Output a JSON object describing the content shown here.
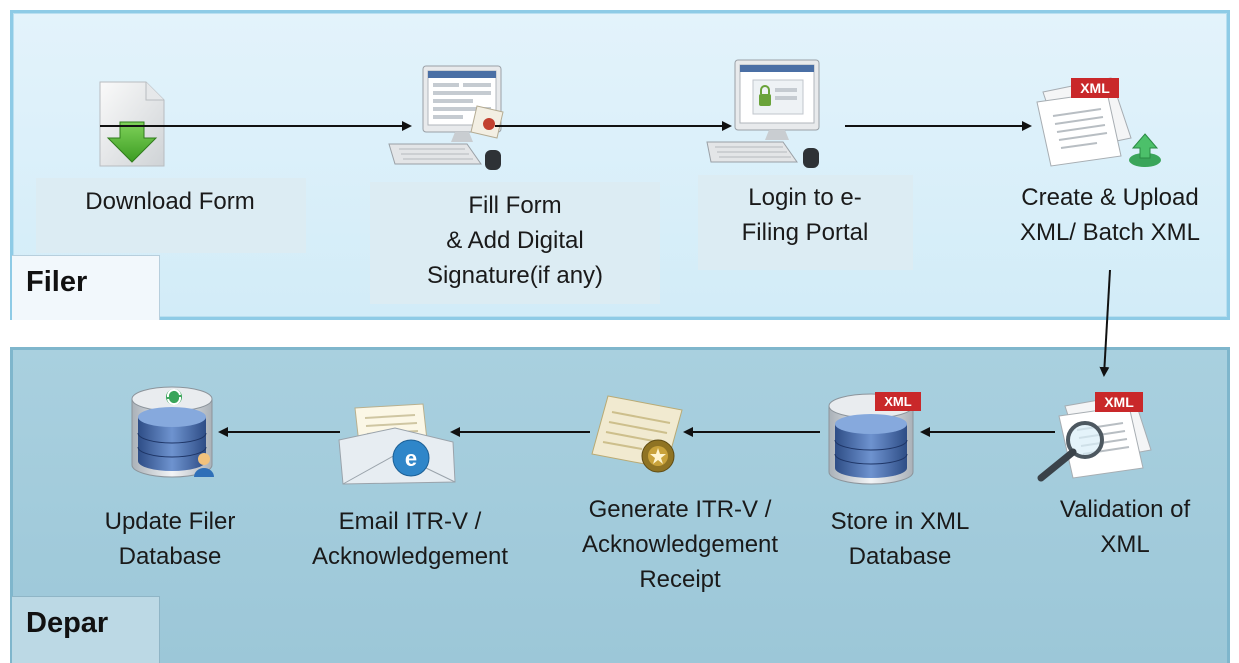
{
  "sections": {
    "filer": "Filer",
    "department": "Depar"
  },
  "filer_steps": [
    {
      "label_lines": [
        "Download Form"
      ],
      "icon": "download-file-icon"
    },
    {
      "label_lines": [
        "Fill Form",
        "& Add Digital",
        "Signature(if any)"
      ],
      "icon": "computer-form-signature-icon"
    },
    {
      "label_lines": [
        "Login to e-",
        "Filing Portal"
      ],
      "icon": "computer-login-icon"
    },
    {
      "label_lines": [
        "Create & Upload",
        "XML/ Batch XML"
      ],
      "icon": "xml-upload-icon"
    }
  ],
  "department_steps": [
    {
      "label_lines": [
        "Validation of",
        "XML"
      ],
      "icon": "xml-validation-icon"
    },
    {
      "label_lines": [
        "Store in XML",
        "Database"
      ],
      "icon": "xml-database-icon"
    },
    {
      "label_lines": [
        "Generate ITR-V /",
        "Acknowledgement",
        "Receipt"
      ],
      "icon": "certificate-receipt-icon"
    },
    {
      "label_lines": [
        "Email ITR-V /",
        "Acknowledgement"
      ],
      "icon": "email-envelope-icon"
    },
    {
      "label_lines": [
        "Update Filer",
        "Database"
      ],
      "icon": "database-user-icon"
    }
  ],
  "badges": {
    "xml": "XML",
    "email": "e"
  },
  "colors": {
    "filer_bg": "#d9eff9",
    "dept_bg": "#a3cbdb",
    "arrow": "#111111",
    "download_green": "#4caf2e",
    "xml_red": "#c9282a"
  }
}
